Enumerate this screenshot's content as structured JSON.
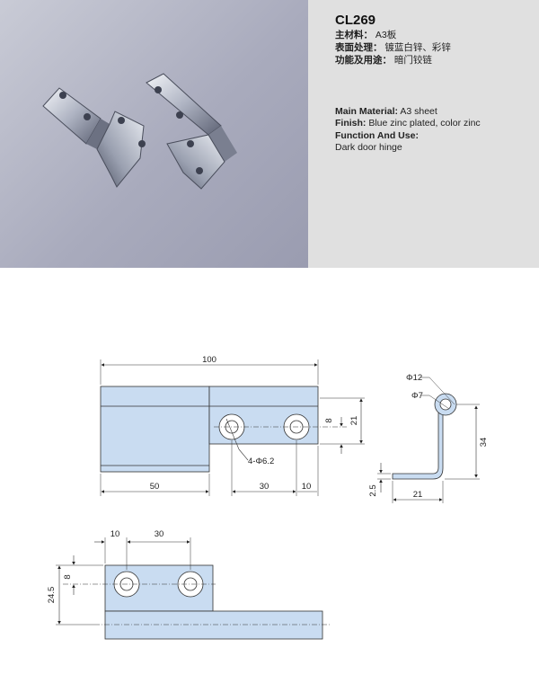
{
  "product": {
    "code": "CL269",
    "cn": [
      {
        "label": "主材料：",
        "value": "A3板"
      },
      {
        "label": "表面处理：",
        "value": "镀蓝白锌、彩锌"
      },
      {
        "label": "功能及用途：",
        "value": "暗门铰链"
      }
    ],
    "en": {
      "material_label": "Main Material:",
      "material_value": "A3 sheet",
      "finish_label": "Finish:",
      "finish_value": "Blue zinc plated, color zinc",
      "function_label": "Function And Use:",
      "function_value": "Dark door hinge"
    }
  },
  "colors": {
    "photo_bg": "#b0b2c3",
    "info_bg": "#e0e0e0",
    "part_fill": "#c9dcf1",
    "metal": "#d9dde6"
  },
  "dimensions": {
    "top_view": {
      "overall_length": "100",
      "left_length": "50",
      "hole_pitch": "30",
      "end_offset": "10",
      "hole_offset": "8",
      "height": "21",
      "holes": "4-Φ6.2"
    },
    "side_view": {
      "knuckle_outer": "Φ12",
      "knuckle_inner": "Φ7",
      "height": "34",
      "flange": "21",
      "thickness": "2.5"
    },
    "bottom_view": {
      "edge_offset": "10",
      "hole_pitch": "30",
      "height": "24.5",
      "hole_offset": "8"
    }
  }
}
